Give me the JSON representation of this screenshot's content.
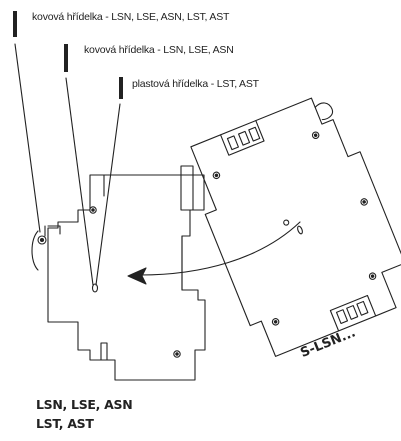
{
  "callouts": [
    {
      "text": "kovová hřídelka - LSN, LSE, ASN, LST, AST"
    },
    {
      "text": "kovová hřídelka - LSN, LSE, ASN"
    },
    {
      "text": "plastová hřídelka - LST, AST"
    }
  ],
  "model_label": "S-LSN...",
  "captions": [
    {
      "text": "LSN, LSE, ASN"
    },
    {
      "text": "LST, AST"
    }
  ],
  "colors": {
    "line": "#222222",
    "background": "#ffffff"
  }
}
